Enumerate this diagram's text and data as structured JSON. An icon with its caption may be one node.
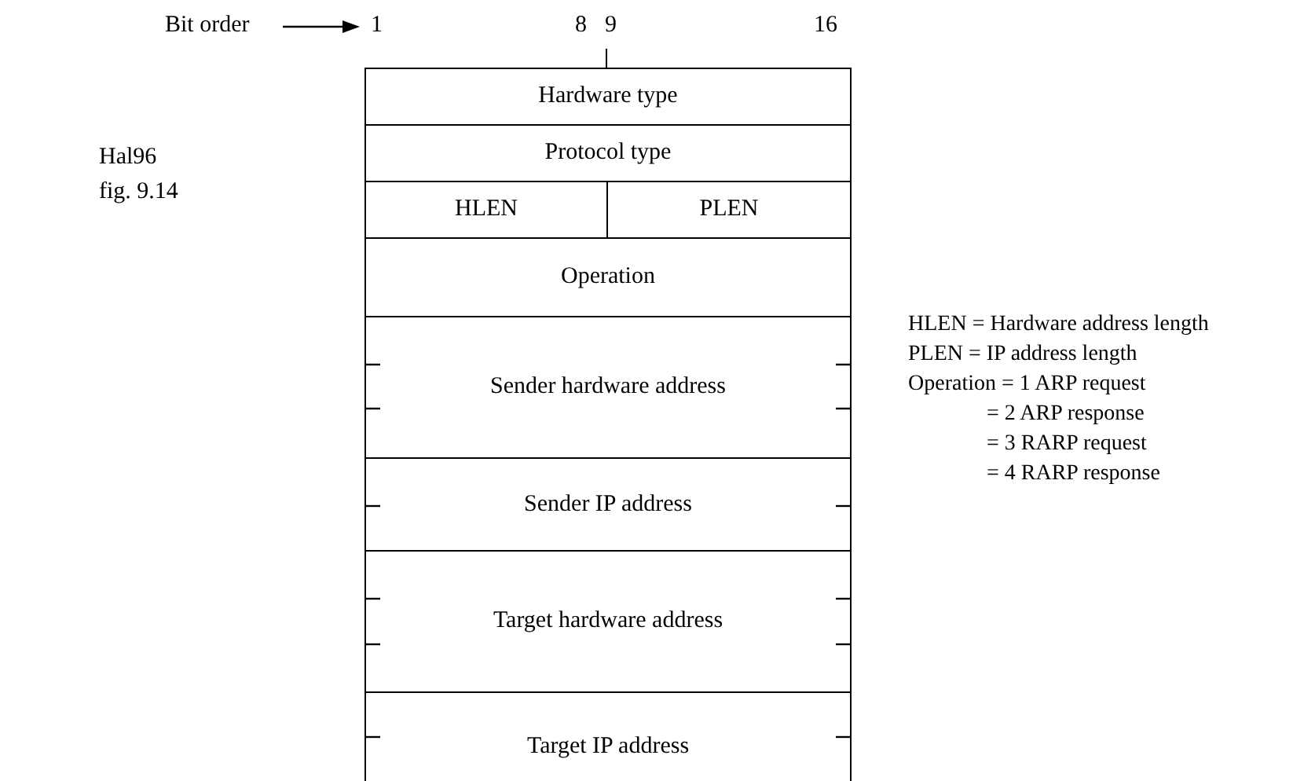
{
  "diagram": {
    "nodes": [
      {
        "text": [
          "Hardware type"
        ]
      },
      {
        "text": [
          "Protocol type"
        ]
      },
      {
        "text": [
          "HLEN"
        ]
      },
      {
        "text": [
          "PLEN"
        ]
      },
      {
        "text": [
          "Operation"
        ]
      },
      {
        "text": [
          "Sender hardware address"
        ]
      },
      {
        "text": [
          "Sender IP address"
        ]
      },
      {
        "text": [
          "Target hardware address"
        ]
      },
      {
        "text": [
          "Target IP address"
        ]
      }
    ],
    "edges": [],
    "labels": [
      "Bit order",
      "1",
      "8",
      "9",
      "16",
      "Hal96",
      "fig. 9.14",
      "HLEN = Hardware address length",
      "PLEN = IP address length",
      "Operation = 1 ARP request",
      "= 2 ARP response",
      "= 3 RARP request",
      "= 4 RARP response"
    ]
  }
}
